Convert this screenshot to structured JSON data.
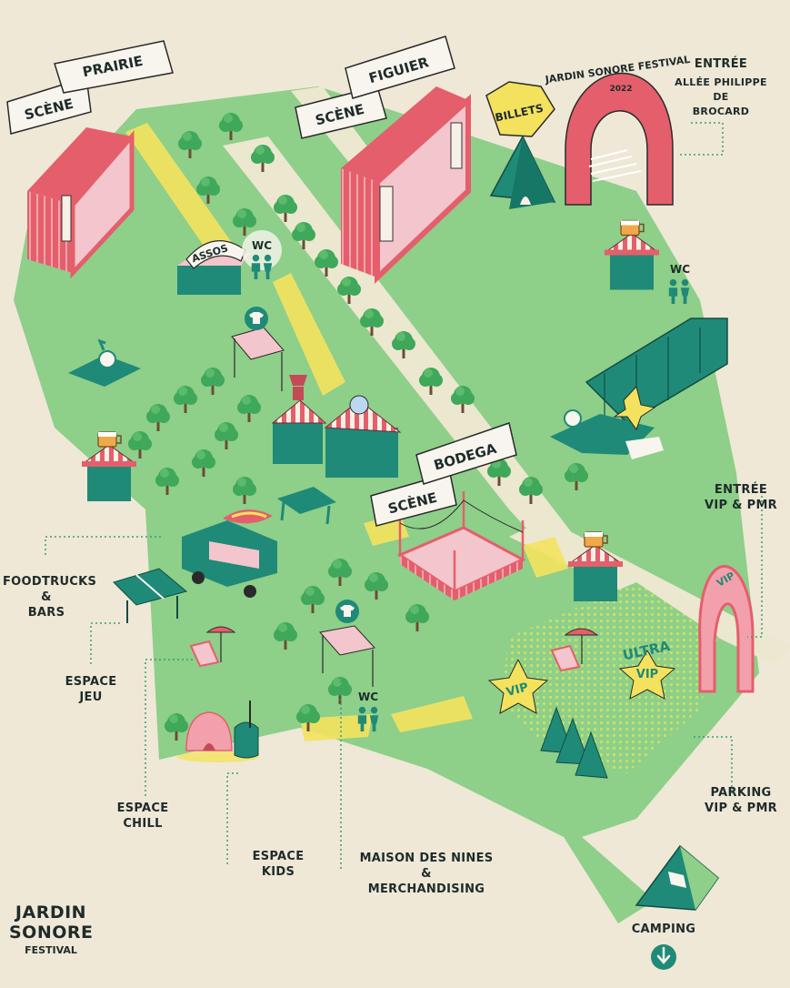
{
  "stages": {
    "prairie": {
      "word1": "SCÈNE",
      "word2": "PRAIRIE"
    },
    "figuier": {
      "word1": "SCÈNE",
      "word2": "FIGUIER"
    },
    "bodega": {
      "word1": "SCÈNE",
      "word2": "BODEGA"
    }
  },
  "signs": {
    "billets": "BILLETS",
    "assos": "ASSOS",
    "vip": "VIP",
    "ultra_vip_1": "ULTRA",
    "ultra_vip_2": "VIP",
    "vip_arch": "VIP",
    "gate_title": "JARDIN SONORE FESTIVAL",
    "gate_year": "2022"
  },
  "wc": [
    "WC",
    "WC",
    "WC"
  ],
  "labels": {
    "entree_title": "ENTRÉE",
    "entree_line1": "ALLÉE PHILIPPE",
    "entree_line2": "DE",
    "entree_line3": "BROCARD",
    "entree_vip_1": "ENTRÉE",
    "entree_vip_2": "VIP & PMR",
    "foodtrucks_1": "FOODTRUCKS",
    "foodtrucks_2": "&",
    "foodtrucks_3": "BARS",
    "espace_jeu_1": "ESPACE",
    "espace_jeu_2": "JEU",
    "espace_chill_1": "ESPACE",
    "espace_chill_2": "CHILL",
    "espace_kids_1": "ESPACE",
    "espace_kids_2": "KIDS",
    "maison_1": "MAISON DES NINES",
    "maison_2": "&",
    "maison_3": "MERCHANDISING",
    "parking_1": "PARKING",
    "parking_2": "VIP & PMR",
    "camping": "CAMPING"
  },
  "brand": {
    "line1": "JARDIN",
    "line2": "SONORE",
    "line3": "FESTIVAL"
  },
  "icons": {
    "camping_arrow": "arrow-down-circle-icon",
    "stage": "stage-icon",
    "bar": "beer-icon",
    "wc": "toilet-icon",
    "merch": "tshirt-icon",
    "tent": "tent-icon"
  },
  "colors": {
    "paper": "#efe8d6",
    "grass": "#8ecf8a",
    "path": "#ece7cf",
    "red": "#e45f6b",
    "teal": "#1f8a77",
    "yellow": "#f4e25e",
    "tree": "#3fa85a",
    "ink": "#1e2b2b",
    "leader": "#3a9c7a"
  }
}
